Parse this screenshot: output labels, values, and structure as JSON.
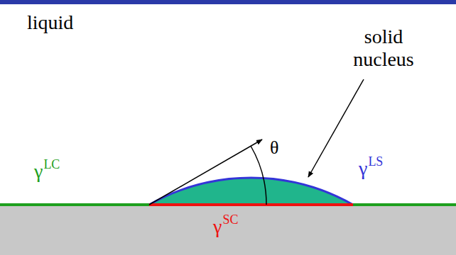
{
  "diagram": {
    "labels": [
      "liquid",
      "solid nucleus",
      "γ",
      "LC",
      "θ",
      "γ",
      "LS",
      "γ",
      "SC"
    ]
  }
}
